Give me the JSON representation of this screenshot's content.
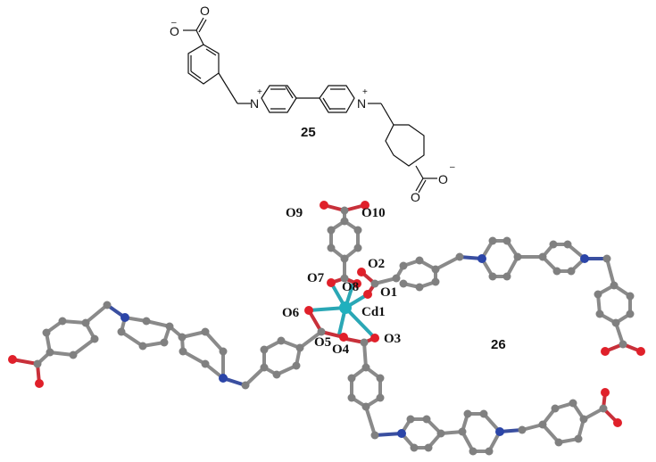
{
  "compound_25": {
    "label": "25",
    "atoms": {
      "nitrogen": "N",
      "plus": "+",
      "oxygen": "O",
      "minus": "–"
    }
  },
  "compound_26": {
    "label": "26",
    "metal_label": "Cd1",
    "oxygen_labels": [
      "O1",
      "O2",
      "O3",
      "O4",
      "O5",
      "O6",
      "O7",
      "O8",
      "O9",
      "O10"
    ]
  },
  "colors": {
    "carbon": "#808080",
    "nitrogen": "#2b45a8",
    "oxygen": "#e0202a",
    "cadmium": "#1fb0be"
  }
}
